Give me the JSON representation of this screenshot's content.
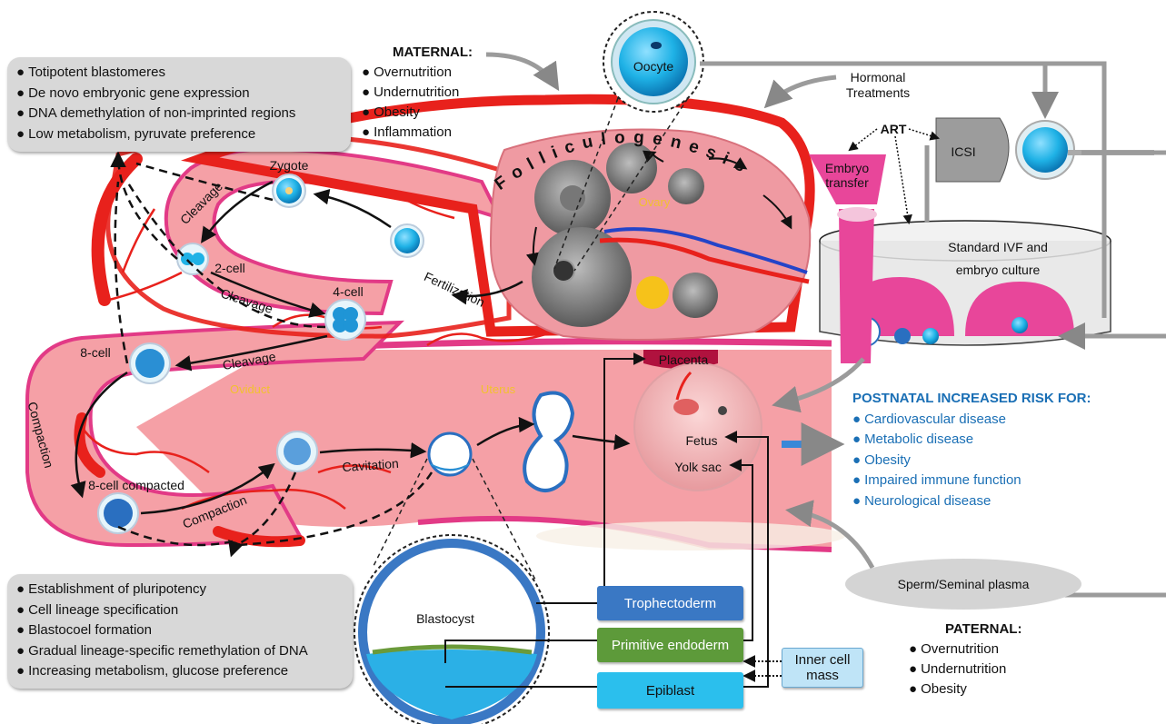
{
  "maternal": {
    "title": "MATERNAL:",
    "items": [
      "Overnutrition",
      "Undernutrition",
      "Obesity",
      "Inflammation"
    ]
  },
  "paternal": {
    "title": "PATERNAL:",
    "items": [
      "Overnutrition",
      "Undernutrition",
      "Obesity"
    ]
  },
  "early_box": {
    "items": [
      "Totipotent blastomeres",
      "De novo embryonic gene expression",
      "DNA demethylation of non-imprinted regions",
      "Low metabolism, pyruvate preference"
    ]
  },
  "late_box": {
    "items": [
      "Establishment of pluripotency",
      "Cell lineage specification",
      "Blastocoel formation",
      "Gradual lineage-specific remethylation of DNA",
      "Increasing metabolism, glucose preference"
    ]
  },
  "risk": {
    "title": "POSTNATAL INCREASED RISK FOR:",
    "items": [
      "Cardiovascular disease",
      "Metabolic disease",
      "Obesity",
      "Impaired immune function",
      "Neurological disease"
    ]
  },
  "labels": {
    "oocyte": "Oocyte",
    "hormonal": "Hormonal\nTreatments",
    "art": "ART",
    "icsi": "ICSI",
    "embryo_transfer": "Embryo\ntransfer",
    "ivf": "Standard IVF and\nembryo culture",
    "folliculogenesis": "Folliculogenesis",
    "ovary": "Ovary",
    "zygote": "Zygote",
    "two_cell": "2-cell",
    "four_cell": "4-cell",
    "eight_cell": "8-cell",
    "eight_cell_compacted": "8-cell compacted",
    "cleavage": "Cleavage",
    "compaction": "Compaction",
    "cavitation": "Cavitation",
    "fertilization": "Fertilization",
    "oviduct": "Oviduct",
    "uterus": "Uterus",
    "placenta": "Placenta",
    "fetus": "Fetus",
    "yolk_sac": "Yolk sac",
    "blastocyst": "Blastocyst",
    "trophectoderm": "Trophectoderm",
    "primitive_endoderm": "Primitive endoderm",
    "epiblast": "Epiblast",
    "inner_cell_mass": "Inner cell\nmass",
    "sperm": "Sperm/Seminal plasma"
  },
  "colors": {
    "tissue_pink": "#f5a0a6",
    "tube_border": "#e23a86",
    "vessel_red": "#e8211c",
    "cell_blue": "#1fb2e6",
    "risk_blue": "#1a6fb5",
    "trophectoderm": "#3a78c4",
    "primitive_endoderm": "#5d9a3a",
    "epiblast": "#2bbfed",
    "inner_cell_mass": "#bfe4f7"
  }
}
